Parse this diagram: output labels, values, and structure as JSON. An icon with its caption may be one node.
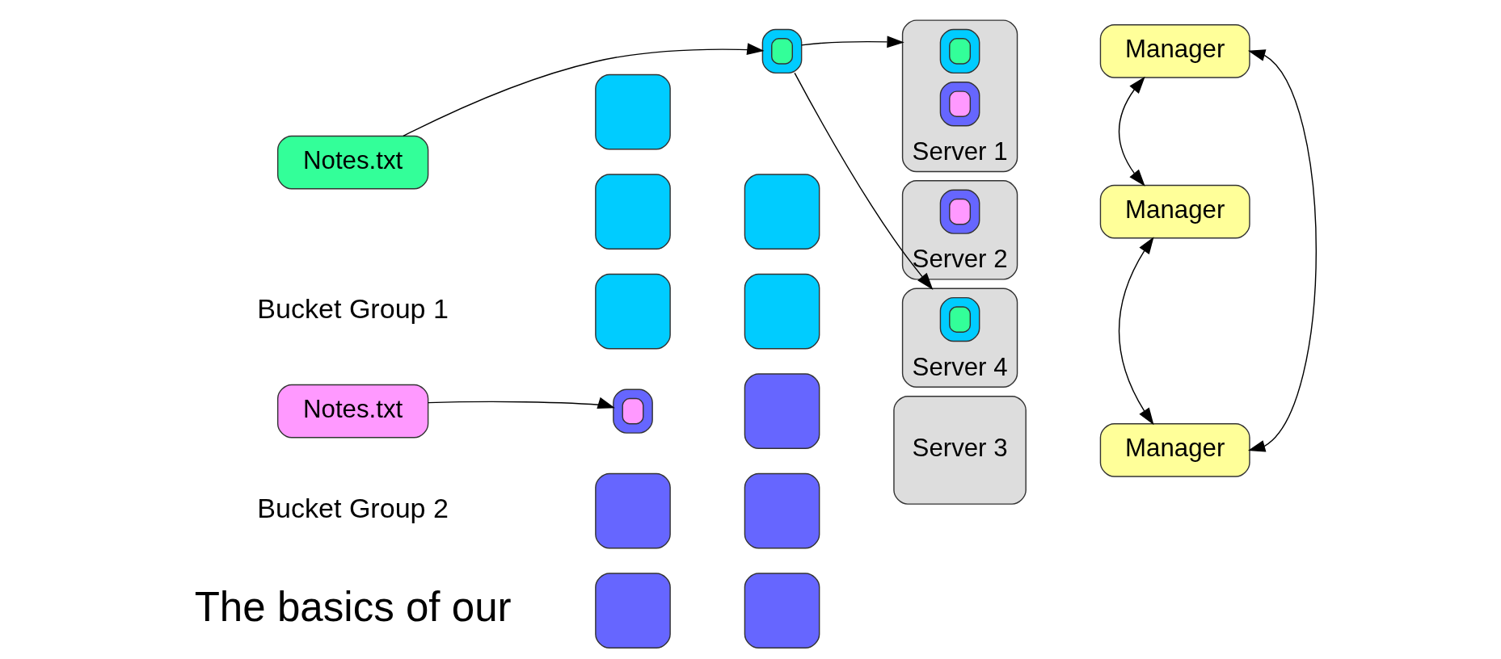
{
  "diagram": {
    "nodes": [
      {
        "text": [
          "Notes.txt"
        ]
      },
      {
        "text": [
          "Notes.txt"
        ]
      },
      {
        "text": [],
        "shape": "box"
      },
      {
        "text": [],
        "shape": "box"
      },
      {
        "text": [],
        "shape": "box",
        "in": 3
      },
      {
        "text": [],
        "shape": "box"
      },
      {
        "text": [],
        "shape": "box"
      },
      {
        "text": [],
        "shape": "box"
      },
      {
        "text": [],
        "shape": "box"
      },
      {
        "text": [],
        "shape": "box"
      },
      {
        "text": [],
        "shape": "box",
        "in": 9
      },
      {
        "text": [],
        "shape": "box"
      },
      {
        "text": [],
        "shape": "box"
      },
      {
        "text": [],
        "shape": "box"
      },
      {
        "text": [],
        "shape": "box"
      },
      {
        "text": [],
        "shape": "box"
      },
      {
        "text": [
          "Server 1"
        ]
      },
      {
        "text": [],
        "shape": "box",
        "in": 16
      },
      {
        "text": [],
        "shape": "box",
        "in": 17
      },
      {
        "text": [],
        "shape": "box",
        "in": 16
      },
      {
        "text": [],
        "shape": "box",
        "in": 19
      },
      {
        "text": [
          "Server 2"
        ]
      },
      {
        "text": [],
        "shape": "box",
        "in": 21
      },
      {
        "text": [],
        "shape": "box",
        "in": 22
      },
      {
        "text": [
          "Server 3"
        ]
      },
      {
        "text": [
          "Server 4"
        ]
      },
      {
        "text": [],
        "shape": "box",
        "in": 25
      },
      {
        "text": [],
        "shape": "box",
        "in": 26
      },
      {
        "text": [
          "Manager"
        ]
      },
      {
        "text": [
          "Manager"
        ]
      },
      {
        "text": [
          "Manager"
        ]
      }
    ],
    "edges": [
      {
        "from": 0,
        "to": 3,
        "arrow": "to"
      },
      {
        "from": 3,
        "to": 16,
        "arrow": "to"
      },
      {
        "from": 3,
        "to": 25,
        "arrow": "to"
      },
      {
        "from": 1,
        "to": 9,
        "arrow": "to"
      },
      {
        "from": 28,
        "to": 29,
        "arrow": "both"
      },
      {
        "from": 29,
        "to": 30,
        "arrow": "both"
      },
      {
        "from": 28,
        "to": 30,
        "arrow": "both"
      }
    ],
    "labels": [
      "Bucket Group 1",
      "Bucket Group 2",
      "The basics of our"
    ]
  }
}
